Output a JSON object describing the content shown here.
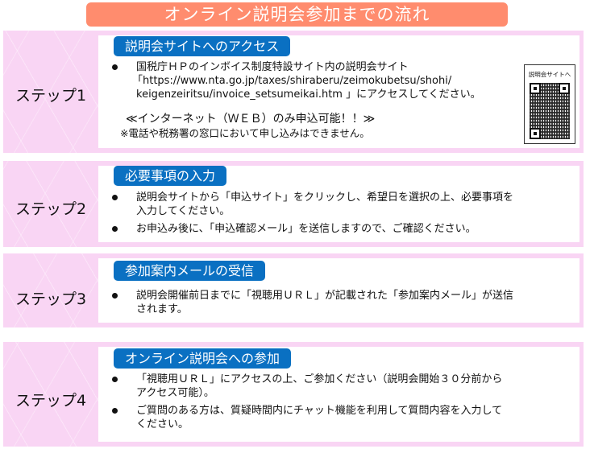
{
  "title": "オンライン説明会参加までの流れ",
  "colors": {
    "title_bg": "#ff8c6e",
    "step_bg": "#f9d5f4",
    "heading_bg": "#0a70c2"
  },
  "steps": [
    {
      "label": "ステップ1",
      "heading": "説明会サイトへのアクセス",
      "bullets": [
        {
          "line1": "国税庁ＨＰのインボイス制度特設サイト内の説明会サイト",
          "line2": "「https://www.nta.go.jp/taxes/shiraberu/zeimokubetsu/shohi/",
          "line3": "keigenzeiritsu/invoice_setsumeikai.htm 」にアクセスしてください。"
        }
      ],
      "note1": "≪インターネット（ＷＥＢ）のみ申込可能！！≫",
      "note2": "※電話や税務署の窓口において申し込みはできません。",
      "qr": {
        "label": "説明会サイトへ",
        "icon": "qr-code-icon"
      }
    },
    {
      "label": "ステップ2",
      "heading": "必要事項の入力",
      "bullets": [
        {
          "line1": "説明会サイトから「申込サイト」をクリックし、希望日を選択の上、必要事項を",
          "line2": "入力してください。"
        },
        {
          "line1": "お申込み後に、「申込確認メール」を送信しますので、ご確認ください。"
        }
      ]
    },
    {
      "label": "ステップ3",
      "heading": "参加案内メールの受信",
      "bullets": [
        {
          "line1": "説明会開催前日までに「視聴用ＵＲＬ」が記載された「参加案内メール」が送信",
          "line2": "されます。"
        }
      ]
    },
    {
      "label": "ステップ4",
      "heading": "オンライン説明会への参加",
      "bullets": [
        {
          "line1": "「視聴用ＵＲＬ」にアクセスの上、ご参加ください（説明会開始３０分前から",
          "line2": "アクセス可能）。"
        },
        {
          "line1": "ご質問のある方は、質疑時間内にチャット機能を利用して質問内容を入力して",
          "line2": "ください。"
        }
      ]
    }
  ]
}
